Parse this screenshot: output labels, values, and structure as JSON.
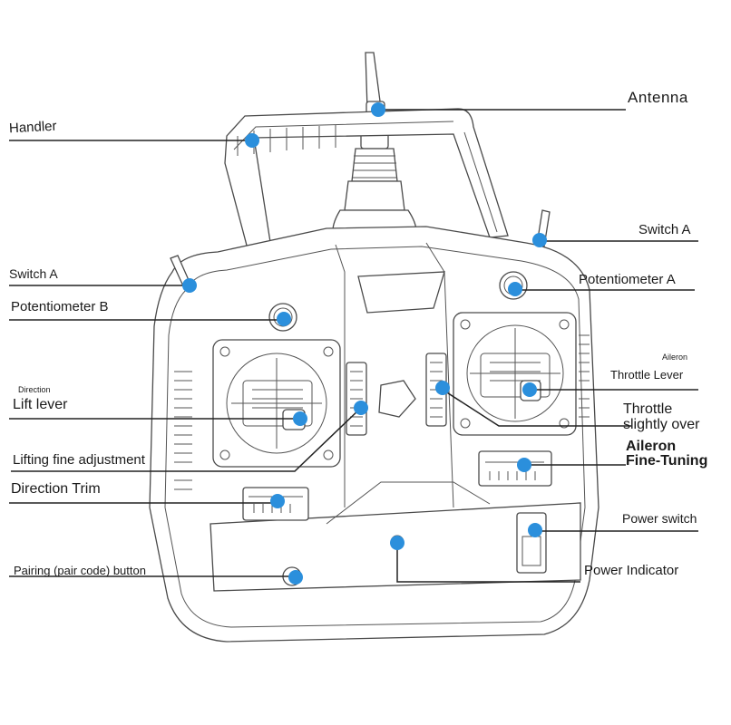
{
  "labels": {
    "antenna": "Antenna",
    "handler": "Handler",
    "switch_a_right": "Switch A",
    "switch_a_left": "Switch A",
    "potentiometer_a": "Potentiometer A",
    "potentiometer_b": "Potentiometer B",
    "aileron_small": "Aileron",
    "throttle_lever": "Throttle Lever",
    "direction_small": "Direction",
    "lift_lever": "Lift lever",
    "throttle_slightly_over_1": "Throttle",
    "throttle_slightly_over_2": "slightly over",
    "aileron_fine_1": "Aileron",
    "aileron_fine_2": "Fine-Tuning",
    "lifting_fine_adjustment": "Lifting fine adjustment",
    "direction_trim": "Direction Trim",
    "power_switch": "Power switch",
    "pairing_button": "Pairing (pair code) button",
    "power_indicator": "Power Indicator"
  },
  "colors": {
    "marker": "#2b8fdc",
    "outline": "#4a4a4a",
    "leader_line": "#222222"
  }
}
